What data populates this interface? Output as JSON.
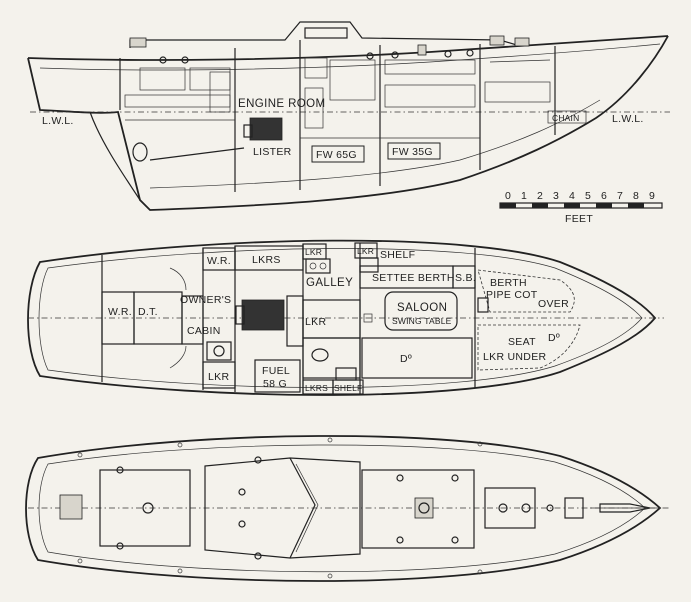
{
  "profile": {
    "lwl_left": "L.W.L.",
    "lwl_right": "L.W.L.",
    "engine_room": "ENGINE ROOM",
    "lister": "LISTER",
    "fw_aft": "FW 65G",
    "fw_fwd": "FW 35G",
    "chain": "CHAIN"
  },
  "scale": {
    "ticks": [
      "0",
      "1",
      "2",
      "3",
      "4",
      "5",
      "6",
      "7",
      "8",
      "9"
    ],
    "unit": "FEET"
  },
  "accommodation": {
    "wr_aft": "W.R.",
    "dt": "D.T.",
    "owners": "OWNER'S",
    "cabin": "CABIN",
    "wr_upper": "W.R.",
    "lkrs_upper": "LKRS",
    "lkr_top1": "LKR",
    "lkr_top2": "LKR",
    "shelf_top": "SHELF",
    "galley": "GALLEY",
    "settee_berth": "SETTEE BERTH",
    "sb": "S.B.",
    "berth": "BERTH",
    "pipe_cot": "PIPE COT",
    "over": "OVER",
    "saloon": "SALOON",
    "swing_table": "SWING TABLE",
    "lkr_mid": "LKR",
    "do_mid": "Dº",
    "seat": "SEAT",
    "lkr_under": "LKR UNDER",
    "do_fwd": "Dº",
    "lkr_lower": "LKR",
    "fuel": "FUEL",
    "fuel_qty": "58 G",
    "lkrs_bottom": "LKRS",
    "shelf_bottom": "SHELF"
  }
}
